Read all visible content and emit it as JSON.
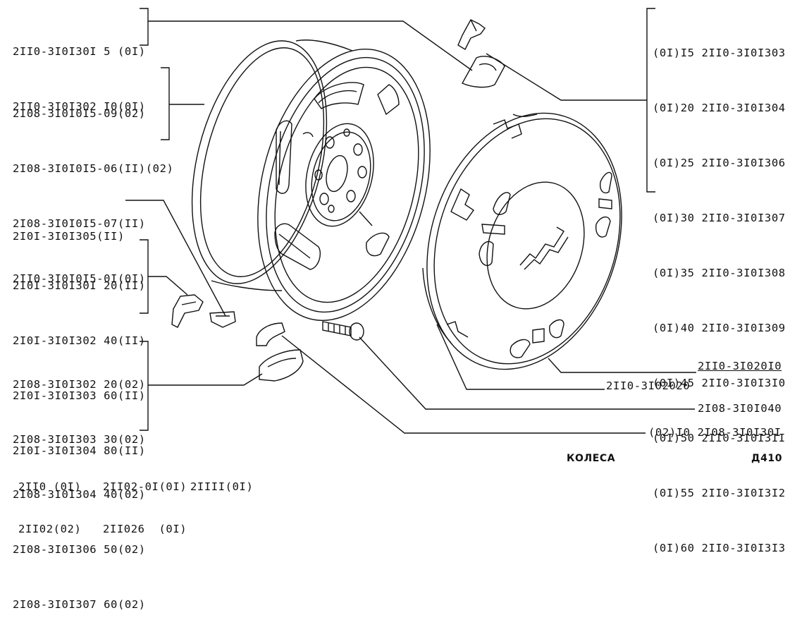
{
  "groups": {
    "top_left": [
      "2II0-3I0I30I 5 (0I)",
      "2II0-3I0I302 I0(0I)"
    ],
    "rim_left": [
      "2I08-3I0I0I5-09(02)",
      "2I08-3I0I0I5-06(II)(02)",
      "2I08-3I0I0I5-07(II)",
      "2II0-3I0I0I5-0I(0I)"
    ],
    "single_left": [
      "2I0I-3I0I305(II)"
    ],
    "clip_left": [
      "2I0I-3I0I30I 20(II)",
      "2I0I-3I0I302 40(II)",
      "2I0I-3I0I303 60(II)",
      "2I0I-3I0I304 80(II)"
    ],
    "weight_left": [
      "2I08-3I0I302 20(02)",
      "2I08-3I0I303 30(02)",
      "2I08-3I0I304 40(02)",
      "2I08-3I0I306 50(02)",
      "2I08-3I0I307 60(02)"
    ],
    "right_list": [
      "(0I)I5 2II0-3I0I303",
      "(0I)20 2II0-3I0I304",
      "(0I)25 2II0-3I0I306",
      "(0I)30 2II0-3I0I307",
      "(0I)35 2II0-3I0I308",
      "(0I)40 2II0-3I0I309",
      "(0I)45 2II0-3I0I3I0",
      "(0I)50 2II0-3I0I3II",
      "(0I)55 2II0-3I0I3I2",
      "(0I)60 2II0-3I0I3I3"
    ]
  },
  "callouts": {
    "hubcap": "2II0-3I020I0",
    "cap_ring": "2II0-3I02020",
    "bolt": "2I08-3I0I040",
    "weight_right": "(02)I0 2I08-3I0I30I"
  },
  "footer": {
    "models_col1_line1": "2II0 (0I)",
    "models_col1_line2": "2II02(02)",
    "models_col2_line1": "2II02-0I(0I)",
    "models_col2_line2": "2II026  (0I)",
    "models_col3_line1": "2IIII(0I)",
    "section_title": "КОЛЕСА",
    "page_code": "Д410"
  }
}
